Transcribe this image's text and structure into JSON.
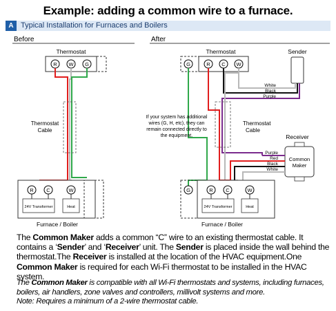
{
  "title": "Example: adding a common wire to a furnace.",
  "section": {
    "letter": "A",
    "title": "Typical Installation for Furnaces and Boilers"
  },
  "before": {
    "heading": "Before",
    "thermostat_label": "Thermostat",
    "terminals": [
      "R",
      "W",
      "G"
    ],
    "cable_label": [
      "Thermostat",
      "Cable"
    ],
    "furnace_terminals": [
      "R",
      "C",
      "W"
    ],
    "transformer_label": "24V Transformer",
    "heat_label": "Heat",
    "furnace_label": "Furnace / Boiler"
  },
  "after": {
    "heading": "After",
    "thermostat_label": "Thermostat",
    "terminals": [
      "G",
      "R",
      "C",
      "W"
    ],
    "sender_label": "Sender",
    "sender_wires": [
      "White",
      "Black",
      "Purple"
    ],
    "note_lines": [
      "If your system has additional",
      "wires (G, H, etc), they can",
      "remain connected directly to",
      "the equipment."
    ],
    "cable_label": [
      "Thermostat",
      "Cable"
    ],
    "receiver_label": "Receiver",
    "receiver_box": [
      "Common",
      "Maker"
    ],
    "receiver_wires": [
      "Purple",
      "Red",
      "Black",
      "White"
    ],
    "furnace_terminals": [
      "G",
      "R",
      "C",
      "W"
    ],
    "transformer_label": "24V Transformer",
    "heat_label": "Heat",
    "furnace_label": "Furnace / Boiler"
  },
  "description": {
    "p1": [
      {
        "t": "The ",
        "b": false
      },
      {
        "t": "Common Maker",
        "b": true
      },
      {
        "t": " adds a common “C” wire to an existing thermostat cable. It contains a ‘",
        "b": false
      },
      {
        "t": "Sender",
        "b": true
      },
      {
        "t": "’ and ‘",
        "b": false
      },
      {
        "t": "Receiver",
        "b": true
      },
      {
        "t": "’ unit. The ",
        "b": false
      },
      {
        "t": "Sender",
        "b": true
      },
      {
        "t": " is placed inside the wall behind the thermostat.The ",
        "b": false
      },
      {
        "t": "Receiver",
        "b": true
      },
      {
        "t": " is installed at the location of the HVAC equipment.One ",
        "b": false
      },
      {
        "t": "Common Maker",
        "b": true
      },
      {
        "t": " is required for each Wi-Fi thermostat to be installed in the HVAC system.",
        "b": false
      }
    ],
    "note": [
      {
        "t": "The ",
        "b": false
      },
      {
        "t": "Common Maker",
        "b": true
      },
      {
        "t": " is compatible with all Wi-Fi thermostats and systems, including furnaces, boilers, air handlers, zone valves and controllers, millivolt systems and more.",
        "b": false
      }
    ],
    "note2": "Note: Requires a minimum of a 2-wire thermostat cable."
  },
  "colors": {
    "red": "#e11d1d",
    "green": "#2fa84a",
    "white_wire": "#b8b8b8",
    "black": "#111111",
    "purple": "#7a2a8c",
    "accent": "#1f5fa8"
  }
}
